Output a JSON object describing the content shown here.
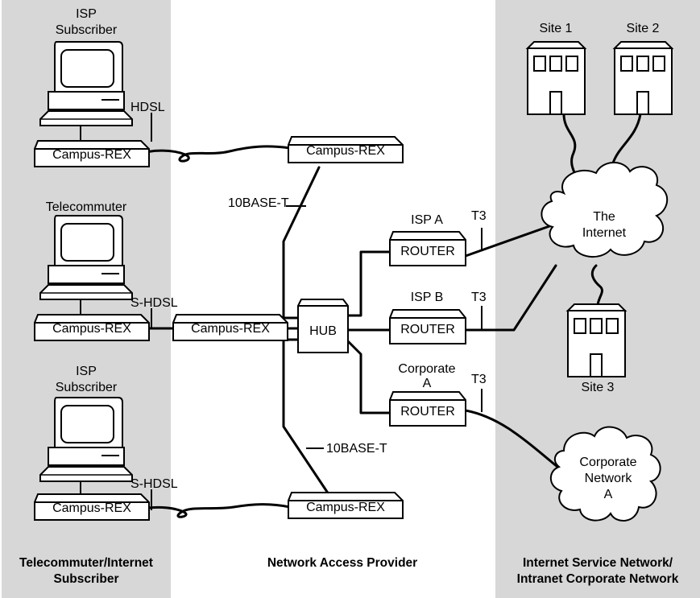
{
  "left_panel": {
    "heading_line1": "Telecommuter/Internet",
    "heading_line2": "Subscriber",
    "pcs": [
      {
        "title_line1": "ISP",
        "title_line2": "Subscriber",
        "link": "HDSL",
        "device": "Campus-REX"
      },
      {
        "title_line1": "Telecommuter",
        "title_line2": "",
        "link": "S-HDSL",
        "device": "Campus-REX"
      },
      {
        "title_line1": "ISP",
        "title_line2": "Subscriber",
        "link": "S-HDSL",
        "device": "Campus-REX"
      }
    ]
  },
  "center_panel": {
    "heading": "Network Access Provider",
    "top_device": "Campus-REX",
    "mid_device": "Campus-REX",
    "bottom_device": "Campus-REX",
    "hub": "HUB",
    "link_top": "10BASE-T",
    "link_bottom": "10BASE-T",
    "routers": [
      {
        "name_line1": "ISP A",
        "name_line2": "",
        "label": "ROUTER",
        "link": "T3"
      },
      {
        "name_line1": "ISP B",
        "name_line2": "",
        "label": "ROUTER",
        "link": "T3"
      },
      {
        "name_line1": "Corporate",
        "name_line2": "A",
        "label": "ROUTER",
        "link": "T3"
      }
    ]
  },
  "right_panel": {
    "heading_line1": "Internet Service Network/",
    "heading_line2": "Intranet Corporate Network",
    "sites": [
      "Site 1",
      "Site 2",
      "Site 3"
    ],
    "internet_line1": "The",
    "internet_line2": "Internet",
    "corp_line1": "Corporate",
    "corp_line2": "Network",
    "corp_line3": "A"
  }
}
